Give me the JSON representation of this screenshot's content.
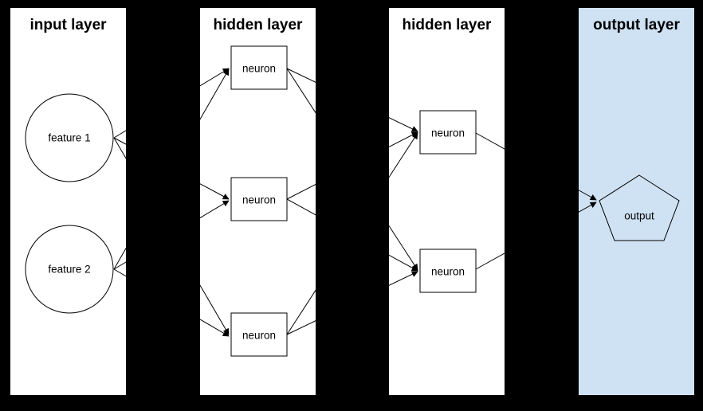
{
  "diagram": {
    "background_color": "#000000",
    "edge_color": "#000000",
    "layers": [
      {
        "id": "input",
        "title": "input layer",
        "bg": "#ffffff",
        "nodes": [
          {
            "id": "input-1",
            "label": "feature 1",
            "shape": "circle"
          },
          {
            "id": "input-2",
            "label": "feature 2",
            "shape": "circle"
          }
        ]
      },
      {
        "id": "hidden-1",
        "title": "hidden layer",
        "bg": "#ffffff",
        "nodes": [
          {
            "id": "h1-1",
            "label": "neuron",
            "shape": "rect"
          },
          {
            "id": "h1-2",
            "label": "neuron",
            "shape": "rect"
          },
          {
            "id": "h1-3",
            "label": "neuron",
            "shape": "rect"
          }
        ]
      },
      {
        "id": "hidden-2",
        "title": "hidden layer",
        "bg": "#ffffff",
        "nodes": [
          {
            "id": "h2-1",
            "label": "neuron",
            "shape": "rect"
          },
          {
            "id": "h2-2",
            "label": "neuron",
            "shape": "rect"
          }
        ]
      },
      {
        "id": "output",
        "title": "output layer",
        "bg": "#cfe2f3",
        "nodes": [
          {
            "id": "out-1",
            "label": "output",
            "shape": "pentagon"
          }
        ]
      }
    ],
    "edges": [
      {
        "from": "input-1",
        "to": "h1-1"
      },
      {
        "from": "input-1",
        "to": "h1-2"
      },
      {
        "from": "input-1",
        "to": "h1-3"
      },
      {
        "from": "input-2",
        "to": "h1-1"
      },
      {
        "from": "input-2",
        "to": "h1-2"
      },
      {
        "from": "input-2",
        "to": "h1-3"
      },
      {
        "from": "h1-1",
        "to": "h2-1"
      },
      {
        "from": "h1-1",
        "to": "h2-2"
      },
      {
        "from": "h1-2",
        "to": "h2-1"
      },
      {
        "from": "h1-2",
        "to": "h2-2"
      },
      {
        "from": "h1-3",
        "to": "h2-1"
      },
      {
        "from": "h1-3",
        "to": "h2-2"
      },
      {
        "from": "h2-1",
        "to": "out-1"
      },
      {
        "from": "h2-2",
        "to": "out-1"
      }
    ]
  }
}
